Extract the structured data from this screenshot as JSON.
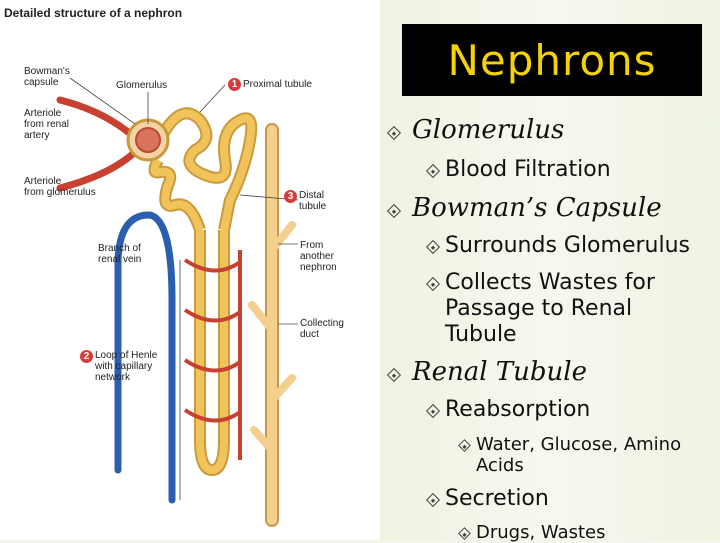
{
  "figure": {
    "title": "Detailed structure of a nephron",
    "labels": {
      "bowmans_capsule": "Bowman's\ncapsule",
      "glomerulus": "Glomerulus",
      "proximal_num": "1",
      "proximal": "Proximal tubule",
      "arteriole_in": "Arteriole\nfrom renal\nartery",
      "arteriole_out": "Arteriole\nfrom glomerulus",
      "distal_num": "3",
      "distal": "Distal\ntubule",
      "branch_vein": "Branch of\nrenal vein",
      "from_another": "From\nanother\nnephron",
      "collecting": "Collecting\nduct",
      "loop_num": "2",
      "loop": "Loop of Henle\nwith capillary\nnetwork"
    }
  },
  "slide": {
    "title": "Nephrons",
    "bullets": [
      {
        "level": 1,
        "text": "Glomerulus"
      },
      {
        "level": 2,
        "text": "Blood Filtration"
      },
      {
        "level": 1,
        "text": "Bowman’s Capsule"
      },
      {
        "level": 2,
        "text": "Surrounds Glomerulus"
      },
      {
        "level": 2,
        "text": "Collects Wastes for Passage to Renal Tubule"
      },
      {
        "level": 1,
        "text": "Renal Tubule"
      },
      {
        "level": 2,
        "text": "Reabsorption"
      },
      {
        "level": 3,
        "text": "Water, Glucose, Amino Acids"
      },
      {
        "level": 2,
        "text": "Secretion"
      },
      {
        "level": 3,
        "text": "Drugs, Wastes"
      }
    ]
  },
  "colors": {
    "title_bg": "#000000",
    "title_fg": "#f5d300",
    "tubule": "#e9b84a",
    "artery": "#c8402f",
    "vein": "#2a5fb0",
    "collecting_duct": "#f0c98a"
  },
  "icons": {
    "bullet": "diamond-bullet-icon"
  }
}
